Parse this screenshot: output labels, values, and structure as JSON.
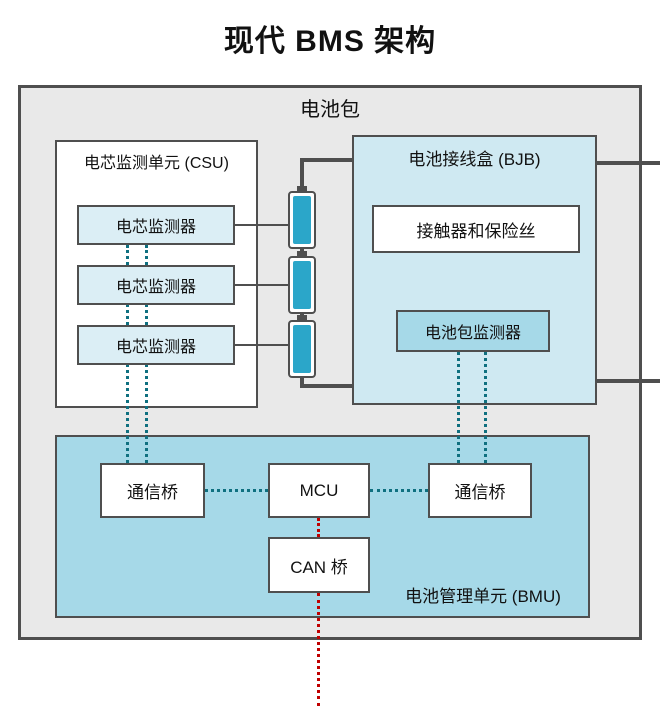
{
  "title": "现代 BMS 架构",
  "pack": {
    "label": "电池包",
    "csu": {
      "label": "电芯监测单元 (CSU)",
      "monitors": [
        {
          "label": "电芯监测器"
        },
        {
          "label": "电芯监测器"
        },
        {
          "label": "电芯监测器"
        }
      ]
    },
    "bjb": {
      "label": "电池接线盒 (BJB)",
      "contactors_label": "接触器和保险丝",
      "pack_monitor_label": "电池包监测器"
    },
    "bmu": {
      "label": "电池管理单元 (BMU)",
      "bridge_left_label": "通信桥",
      "mcu_label": "MCU",
      "bridge_right_label": "通信桥",
      "can_bridge_label": "CAN 桥"
    }
  },
  "icons": {
    "battery_cells": "battery-icon"
  },
  "colors": {
    "pack_fill": "#e9e9e9",
    "border": "#4f4f4f",
    "monitor_fill": "#dbeef5",
    "bjb_fill": "#cfe9f2",
    "cyan_fill": "#a6d9e8",
    "battery_fill": "#2ba6c9",
    "comm_line": "#0f7080",
    "can_line": "#c00000"
  }
}
